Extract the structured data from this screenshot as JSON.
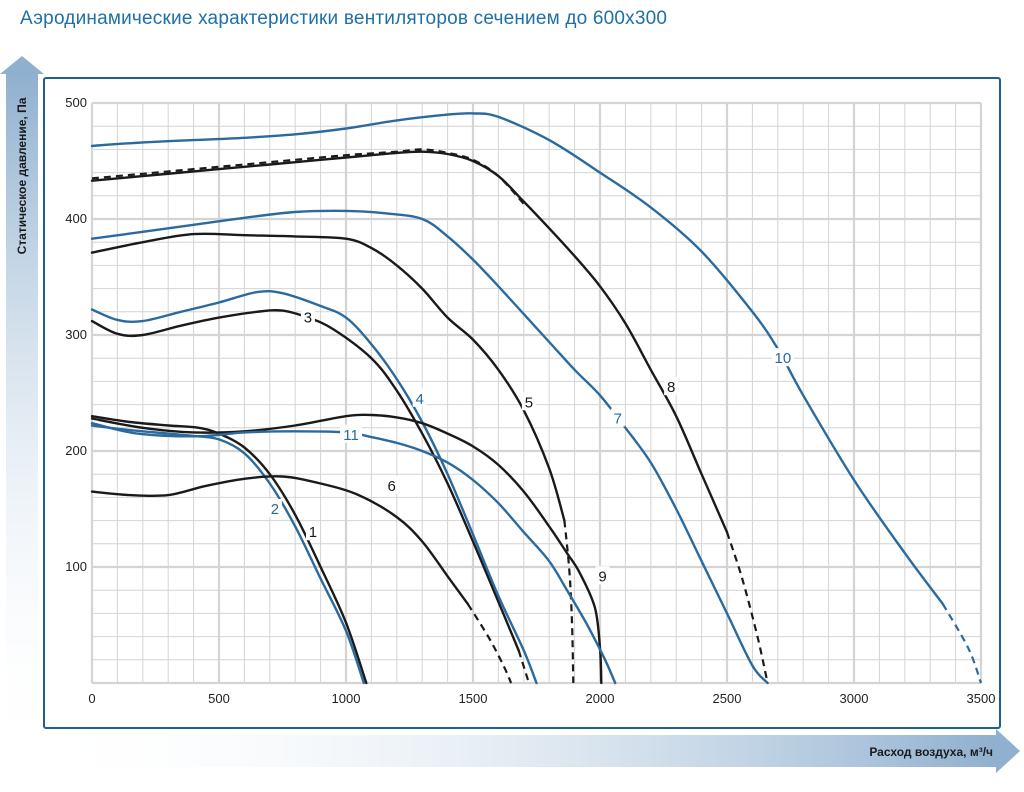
{
  "title": "Аэродинамические характеристики вентиляторов сечением до 600х300",
  "chart_data": {
    "type": "line",
    "title": "Аэродинамические характеристики вентиляторов сечением до 600х300",
    "xlabel": "Расход воздуха, м³/ч",
    "ylabel": "Статическое давление, Па",
    "xlim": [
      0,
      3500
    ],
    "ylim": [
      0,
      500
    ],
    "xticks": [
      0,
      500,
      1000,
      1500,
      2000,
      2500,
      3000,
      3500
    ],
    "yticks": [
      100,
      200,
      300,
      400,
      500
    ],
    "grid": true,
    "colors": {
      "black": "#1a1a1a",
      "blue": "#2a6a9e",
      "frame": "#1f5f8f",
      "grid": "#d4d4d4"
    },
    "series": [
      {
        "name": "1",
        "color": "#1a1a1a",
        "label_at": [
          870,
          130
        ],
        "points": [
          [
            0,
            230
          ],
          [
            150,
            225
          ],
          [
            300,
            222
          ],
          [
            420,
            220
          ],
          [
            500,
            215
          ],
          [
            600,
            203
          ],
          [
            700,
            180
          ],
          [
            800,
            145
          ],
          [
            900,
            100
          ],
          [
            1000,
            52
          ],
          [
            1080,
            0
          ]
        ]
      },
      {
        "name": "2",
        "color": "#2a6a9e",
        "label_at": [
          720,
          150
        ],
        "points": [
          [
            0,
            222
          ],
          [
            150,
            218
          ],
          [
            300,
            215
          ],
          [
            400,
            213
          ],
          [
            500,
            210
          ],
          [
            600,
            198
          ],
          [
            700,
            172
          ],
          [
            800,
            135
          ],
          [
            900,
            90
          ],
          [
            1000,
            45
          ],
          [
            1070,
            0
          ]
        ]
      },
      {
        "name": "3",
        "color": "#1a1a1a",
        "label_at": [
          850,
          315
        ],
        "points": [
          [
            0,
            312
          ],
          [
            100,
            301
          ],
          [
            200,
            300
          ],
          [
            350,
            308
          ],
          [
            500,
            315
          ],
          [
            650,
            320
          ],
          [
            750,
            321
          ],
          [
            850,
            315
          ],
          [
            950,
            305
          ],
          [
            1100,
            280
          ],
          [
            1200,
            252
          ],
          [
            1300,
            215
          ],
          [
            1400,
            172
          ],
          [
            1500,
            122
          ],
          [
            1600,
            70
          ],
          [
            1680,
            28
          ]
        ],
        "dash_points": [
          [
            1680,
            28
          ],
          [
            1720,
            0
          ]
        ]
      },
      {
        "name": "4",
        "color": "#2a6a9e",
        "label_at": [
          1290,
          245
        ],
        "points": [
          [
            0,
            322
          ],
          [
            100,
            313
          ],
          [
            200,
            312
          ],
          [
            350,
            320
          ],
          [
            500,
            328
          ],
          [
            650,
            337
          ],
          [
            750,
            336
          ],
          [
            900,
            325
          ],
          [
            1000,
            315
          ],
          [
            1100,
            292
          ],
          [
            1200,
            262
          ],
          [
            1300,
            225
          ],
          [
            1400,
            180
          ],
          [
            1500,
            128
          ],
          [
            1600,
            75
          ],
          [
            1700,
            28
          ],
          [
            1750,
            0
          ]
        ]
      },
      {
        "name": "5",
        "color": "#1a1a1a",
        "label_at": [
          1720,
          242
        ],
        "points": [
          [
            0,
            371
          ],
          [
            200,
            380
          ],
          [
            400,
            387
          ],
          [
            600,
            386
          ],
          [
            800,
            385
          ],
          [
            1000,
            383
          ],
          [
            1100,
            375
          ],
          [
            1200,
            360
          ],
          [
            1300,
            340
          ],
          [
            1400,
            315
          ],
          [
            1500,
            296
          ],
          [
            1600,
            270
          ],
          [
            1700,
            235
          ],
          [
            1800,
            185
          ],
          [
            1860,
            140
          ]
        ],
        "dash_points": [
          [
            1860,
            140
          ],
          [
            1880,
            95
          ],
          [
            1890,
            50
          ],
          [
            1895,
            0
          ]
        ]
      },
      {
        "name": "6",
        "color": "#1a1a1a",
        "label_at": [
          1180,
          170
        ],
        "points": [
          [
            0,
            165
          ],
          [
            150,
            162
          ],
          [
            300,
            162
          ],
          [
            450,
            170
          ],
          [
            600,
            176
          ],
          [
            750,
            178
          ],
          [
            900,
            172
          ],
          [
            1050,
            162
          ],
          [
            1200,
            143
          ],
          [
            1300,
            122
          ],
          [
            1400,
            92
          ],
          [
            1480,
            68
          ]
        ],
        "dash_points": [
          [
            1480,
            68
          ],
          [
            1560,
            40
          ],
          [
            1620,
            15
          ],
          [
            1650,
            0
          ]
        ]
      },
      {
        "name": "7",
        "color": "#2a6a9e",
        "label_at": [
          2070,
          228
        ],
        "points": [
          [
            0,
            383
          ],
          [
            200,
            389
          ],
          [
            400,
            395
          ],
          [
            600,
            401
          ],
          [
            800,
            406
          ],
          [
            1000,
            407
          ],
          [
            1150,
            405
          ],
          [
            1300,
            400
          ],
          [
            1400,
            385
          ],
          [
            1500,
            365
          ],
          [
            1600,
            342
          ],
          [
            1700,
            318
          ],
          [
            1800,
            294
          ],
          [
            1900,
            270
          ],
          [
            2000,
            248
          ],
          [
            2100,
            220
          ],
          [
            2200,
            190
          ],
          [
            2300,
            150
          ],
          [
            2400,
            105
          ],
          [
            2500,
            60
          ],
          [
            2600,
            15
          ],
          [
            2660,
            0
          ]
        ]
      },
      {
        "name": "8",
        "color": "#1a1a1a",
        "label_at": [
          2280,
          255
        ],
        "points": [
          [
            0,
            433
          ],
          [
            200,
            437
          ],
          [
            400,
            441
          ],
          [
            600,
            445
          ],
          [
            800,
            449
          ],
          [
            1000,
            453
          ],
          [
            1200,
            457
          ],
          [
            1300,
            458
          ],
          [
            1400,
            456
          ],
          [
            1500,
            450
          ],
          [
            1600,
            437
          ],
          [
            1700,
            415
          ],
          [
            1800,
            392
          ],
          [
            1900,
            368
          ],
          [
            2000,
            342
          ],
          [
            2100,
            310
          ],
          [
            2200,
            270
          ],
          [
            2300,
            230
          ],
          [
            2400,
            180
          ],
          [
            2500,
            130
          ]
        ],
        "dash_points": [
          [
            0,
            435
          ],
          [
            200,
            439
          ],
          [
            400,
            443
          ],
          [
            600,
            447
          ],
          [
            800,
            451
          ],
          [
            1000,
            455
          ],
          [
            1200,
            458
          ],
          [
            1300,
            460
          ],
          [
            1400,
            457
          ],
          [
            1500,
            451
          ],
          [
            1600,
            437
          ],
          [
            1700,
            413
          ]
        ],
        "tail_points": [
          [
            2500,
            130
          ],
          [
            2560,
            90
          ],
          [
            2620,
            40
          ],
          [
            2660,
            0
          ]
        ]
      },
      {
        "name": "9",
        "color": "#1a1a1a",
        "label_at": [
          2010,
          92
        ],
        "points": [
          [
            0,
            228
          ],
          [
            200,
            220
          ],
          [
            400,
            216
          ],
          [
            600,
            217
          ],
          [
            800,
            222
          ],
          [
            1000,
            230
          ],
          [
            1100,
            231
          ],
          [
            1200,
            229
          ],
          [
            1300,
            224
          ],
          [
            1400,
            215
          ],
          [
            1500,
            204
          ],
          [
            1600,
            188
          ],
          [
            1700,
            165
          ],
          [
            1800,
            135
          ],
          [
            1870,
            112
          ],
          [
            1920,
            95
          ],
          [
            1980,
            65
          ],
          [
            2000,
            30
          ],
          [
            2005,
            0
          ]
        ]
      },
      {
        "name": "10",
        "color": "#2a6a9e",
        "label_at": [
          2720,
          280
        ],
        "points": [
          [
            0,
            463
          ],
          [
            200,
            466
          ],
          [
            400,
            468
          ],
          [
            600,
            470
          ],
          [
            800,
            473
          ],
          [
            1000,
            478
          ],
          [
            1200,
            485
          ],
          [
            1400,
            490
          ],
          [
            1500,
            491
          ],
          [
            1600,
            488
          ],
          [
            1800,
            468
          ],
          [
            2000,
            440
          ],
          [
            2200,
            410
          ],
          [
            2400,
            372
          ],
          [
            2600,
            320
          ],
          [
            2700,
            288
          ],
          [
            2800,
            248
          ],
          [
            3000,
            175
          ],
          [
            3200,
            112
          ],
          [
            3350,
            68
          ]
        ],
        "dash_points": [
          [
            3350,
            68
          ],
          [
            3450,
            30
          ],
          [
            3500,
            0
          ]
        ]
      },
      {
        "name": "11",
        "color": "#2a6a9e",
        "label_at": [
          1020,
          214
        ],
        "points": [
          [
            0,
            224
          ],
          [
            150,
            216
          ],
          [
            300,
            213
          ],
          [
            450,
            213
          ],
          [
            600,
            216
          ],
          [
            800,
            217
          ],
          [
            1000,
            216
          ],
          [
            1100,
            212
          ],
          [
            1200,
            207
          ],
          [
            1300,
            200
          ],
          [
            1400,
            190
          ],
          [
            1500,
            175
          ],
          [
            1600,
            155
          ],
          [
            1700,
            130
          ],
          [
            1800,
            105
          ],
          [
            1870,
            80
          ],
          [
            1950,
            50
          ],
          [
            2020,
            20
          ],
          [
            2060,
            0
          ]
        ]
      }
    ]
  }
}
